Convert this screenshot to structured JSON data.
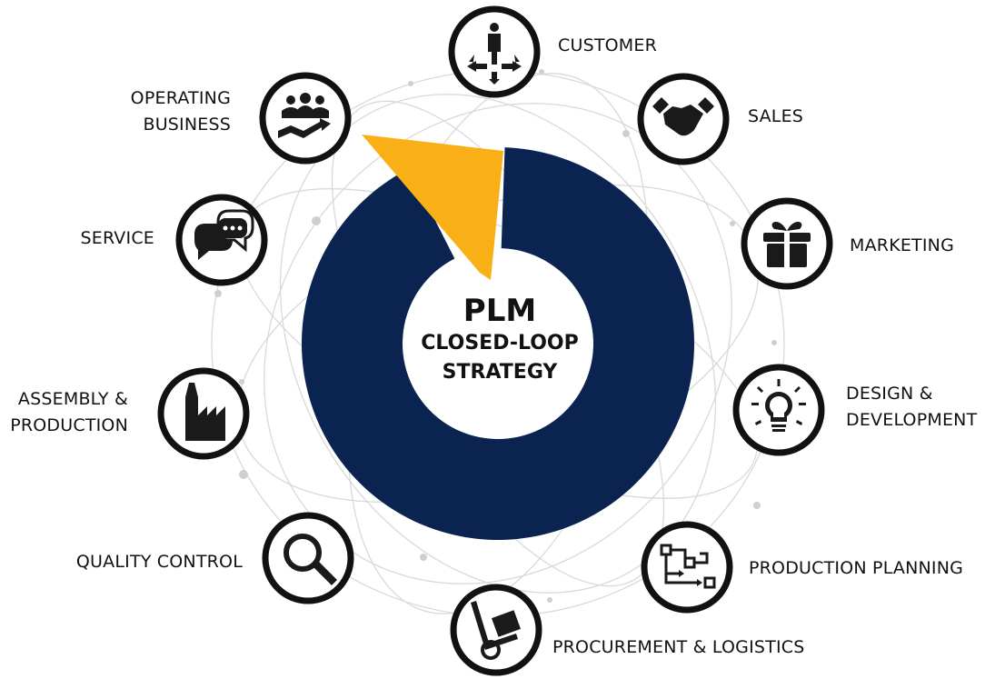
{
  "diagram": {
    "center": {
      "title": "PLM",
      "subtitle_line1": "CLOSED-LOOP",
      "subtitle_line2": "STRATEGY"
    },
    "colors": {
      "ring": "#0b2350",
      "highlight": "#f9b016",
      "node_border": "#111111",
      "icon": "#1a1a1a"
    },
    "nodes": [
      {
        "id": "customer",
        "icon": "person-arrows-icon",
        "lines": [
          "CUSTOMER"
        ]
      },
      {
        "id": "sales",
        "icon": "handshake-icon",
        "lines": [
          "SALES"
        ]
      },
      {
        "id": "marketing",
        "icon": "gift-icon",
        "lines": [
          "MARKETING"
        ]
      },
      {
        "id": "design",
        "icon": "lightbulb-icon",
        "lines": [
          "DESIGN &",
          "DEVELOPMENT"
        ]
      },
      {
        "id": "planning",
        "icon": "process-flow-icon",
        "lines": [
          "PRODUCTION PLANNING"
        ]
      },
      {
        "id": "procurement",
        "icon": "hand-truck-icon",
        "lines": [
          "PROCUREMENT & LOGISTICS"
        ]
      },
      {
        "id": "quality",
        "icon": "magnifier-icon",
        "lines": [
          "QUALITY CONTROL"
        ]
      },
      {
        "id": "assembly",
        "icon": "factory-icon",
        "lines": [
          "ASSEMBLY &",
          "PRODUCTION"
        ]
      },
      {
        "id": "service",
        "icon": "chat-bubbles-icon",
        "lines": [
          "SERVICE"
        ]
      },
      {
        "id": "operating",
        "icon": "team-growth-icon",
        "lines": [
          "OPERATING",
          "BUSINESS"
        ]
      }
    ]
  }
}
